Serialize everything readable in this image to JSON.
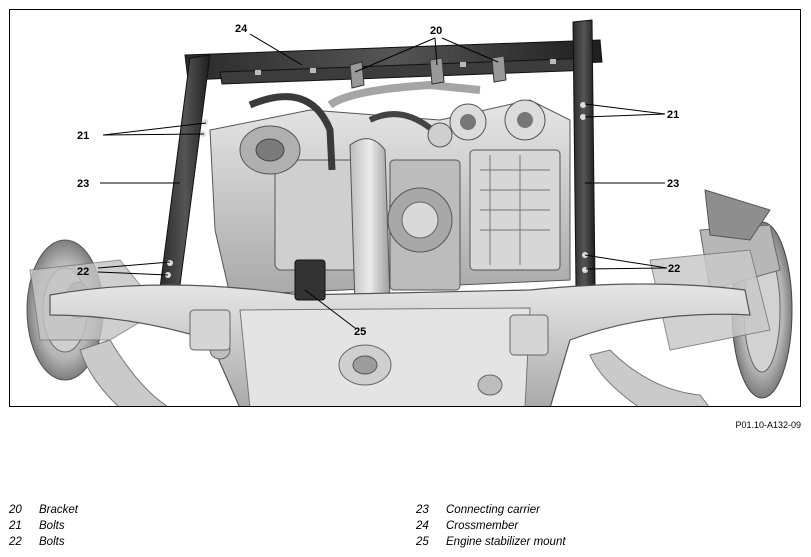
{
  "figure": {
    "code": "P01.10-A132-09",
    "callouts": [
      "20",
      "21",
      "21",
      "23",
      "23",
      "24",
      "22",
      "22",
      "25"
    ]
  },
  "legend": {
    "left": [
      {
        "num": "20",
        "label": "Bracket"
      },
      {
        "num": "21",
        "label": "Bolts"
      },
      {
        "num": "22",
        "label": "Bolts"
      }
    ],
    "right": [
      {
        "num": "23",
        "label": "Connecting carrier"
      },
      {
        "num": "24",
        "label": "Crossmember"
      },
      {
        "num": "25",
        "label": "Engine stabilizer mount"
      }
    ]
  }
}
